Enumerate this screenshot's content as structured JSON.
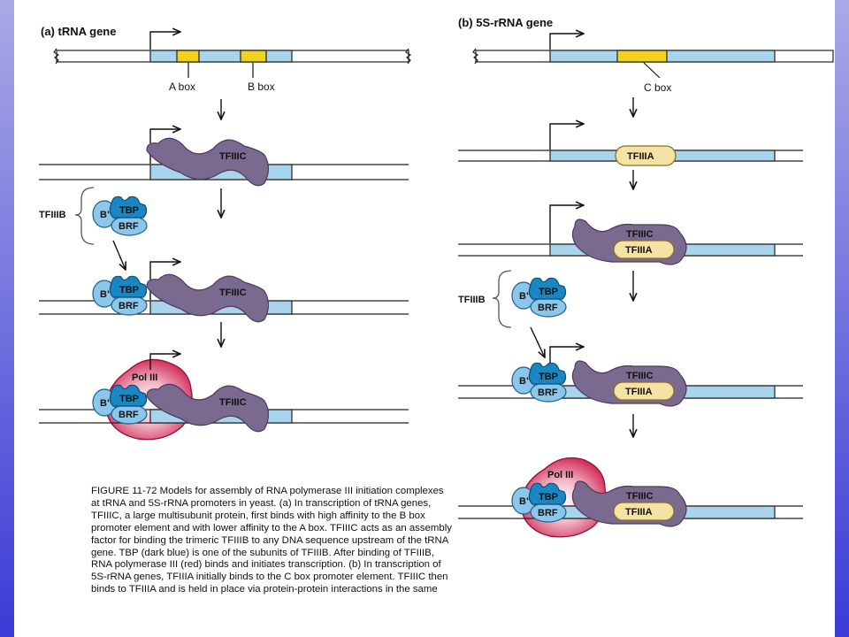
{
  "panel_a": {
    "title": "(a) tRNA gene",
    "a_box": "A box",
    "b_box": "B box",
    "tfiiic": "TFIIIC",
    "tfiiib": "TFIIIB",
    "tbp": "TBP",
    "brf": "BRF",
    "b_double_prime": "B\"",
    "pol_iii": "Pol III"
  },
  "panel_b": {
    "title": "(b) 5S-rRNA gene",
    "c_box": "C box",
    "tfiiia": "TFIIIA",
    "tfiiic": "TFIIIC",
    "tfiiib": "TFIIIB",
    "tbp": "TBP",
    "brf": "BRF",
    "b_double_prime": "B\"",
    "pol_iii": "Pol III"
  },
  "caption": "FIGURE 11-72   Models for assembly of RNA polymerase III initiation complexes at tRNA and 5S-rRNA promoters in yeast. (a) In transcription of tRNA genes, TFIIIC, a large multisubunit protein, first binds with high affinity to the B box promoter element and with lower affinity to the A box. TFIIIC acts as an assembly factor for binding the trimeric TFIIIB to any DNA sequence upstream of the tRNA gene. TBP (dark blue) is one of the subunits of TFIIIB. After binding of TFIIIB, RNA polymerase III (red) binds and initiates transcription. (b) In transcription of 5S-rRNA genes, TFIIIA initially binds to the C box promoter element. TFIIIC then binds to TFIIIA and is held in place via protein-protein interactions in the same",
  "colors": {
    "gene_blue": "#a8d4ec",
    "box_yellow": "#f2d21e",
    "tfiiic_purple": "#7b6a8f",
    "tfiiia_cream": "#f5e3a6",
    "tbp_dark_blue": "#1a86c3",
    "brf_light_blue": "#8cc6ea",
    "pol_iii_red": "#d0204e",
    "background_blue": "#4a4ad8"
  }
}
